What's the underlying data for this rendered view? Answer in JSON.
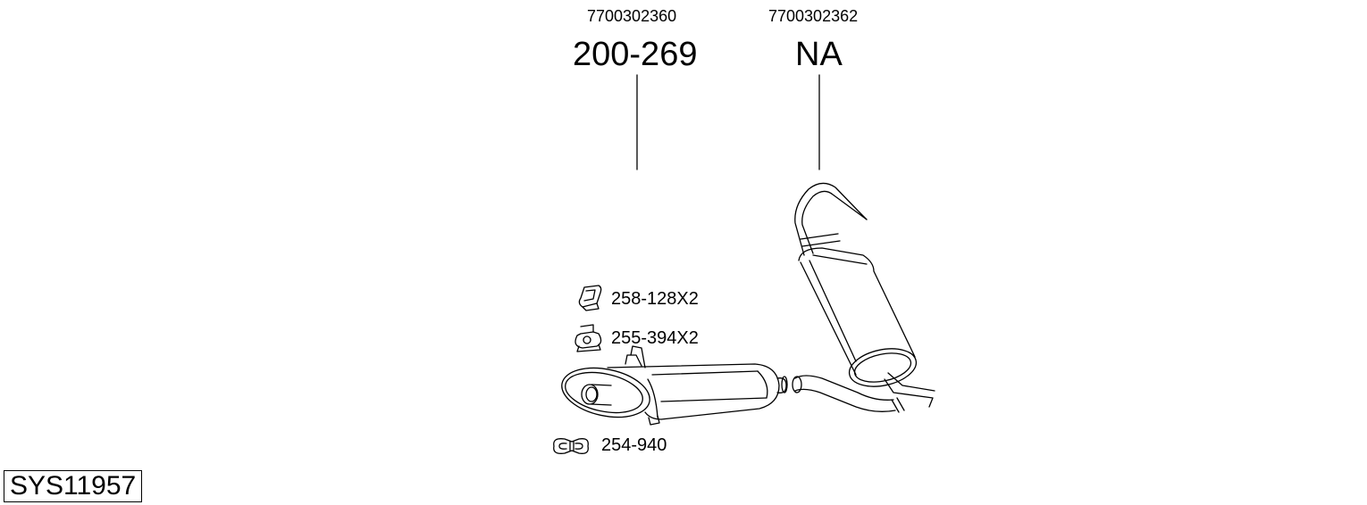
{
  "parts": {
    "front": {
      "oe_number": "7700302360",
      "part_number": "200-269"
    },
    "rear": {
      "oe_number": "7700302362",
      "part_number": "NA"
    }
  },
  "accessories": [
    {
      "label": "258-128X2",
      "icon": "rubber-hanger-icon"
    },
    {
      "label": "255-394X2",
      "icon": "rubber-mount-icon"
    },
    {
      "label": "254-940",
      "icon": "clamp-icon"
    }
  ],
  "system_id": "SYS11957"
}
